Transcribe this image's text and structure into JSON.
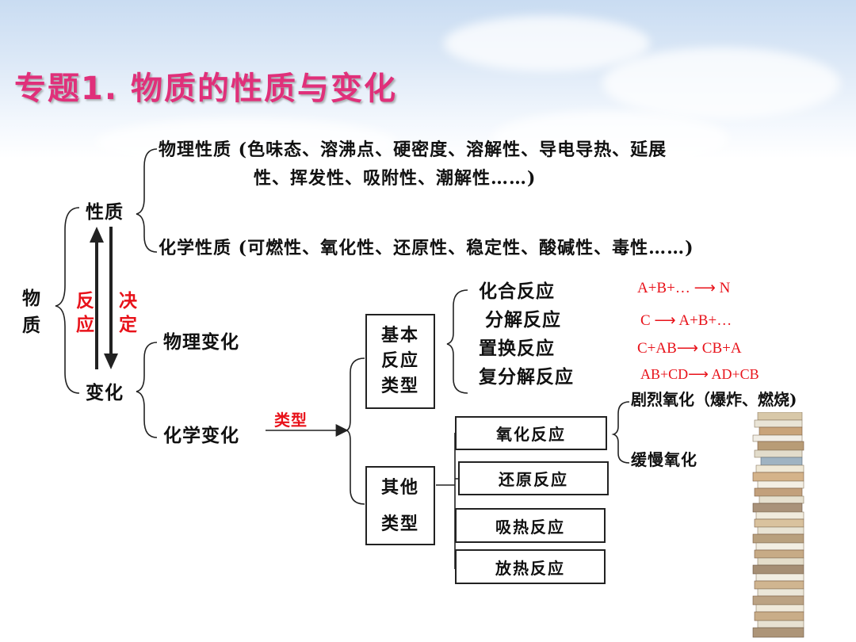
{
  "title": "专题1. 物质的性质与变化",
  "root": "物质",
  "property": {
    "label": "性质",
    "physical": "物理性质 (色味态、溶沸点、硬密度、溶解性、导电导热、延展",
    "physical_cont": "性、挥发性、吸附性、潮解性……)",
    "chemical": "化学性质 (可燃性、氧化性、还原性、稳定性、酸碱性、毒性……)"
  },
  "change": {
    "label": "变化",
    "physical": "物理变化",
    "chemical": "化学变化"
  },
  "arrows": {
    "up": "反应",
    "down": "决定",
    "type": "类型"
  },
  "basic": {
    "box": [
      "基本",
      "反应",
      "类型"
    ],
    "items": [
      "化合反应",
      "分解反应",
      "置换反应",
      "复分解反应"
    ],
    "equations": [
      "A+B+… ⟶ N",
      "C ⟶ A+B+…",
      "C+AB⟶ CB+A",
      "AB+CD⟶ AD+CB"
    ]
  },
  "other": {
    "box": [
      "其他",
      "类型"
    ],
    "items": [
      "氧化反应",
      "还原反应",
      "吸热反应",
      "放热反应"
    ],
    "oxidation_sub": [
      "剧烈氧化（爆炸、燃烧)",
      "缓慢氧化"
    ]
  },
  "colors": {
    "title": "#e0307a",
    "accent": "#e8121a",
    "line": "#222222"
  }
}
